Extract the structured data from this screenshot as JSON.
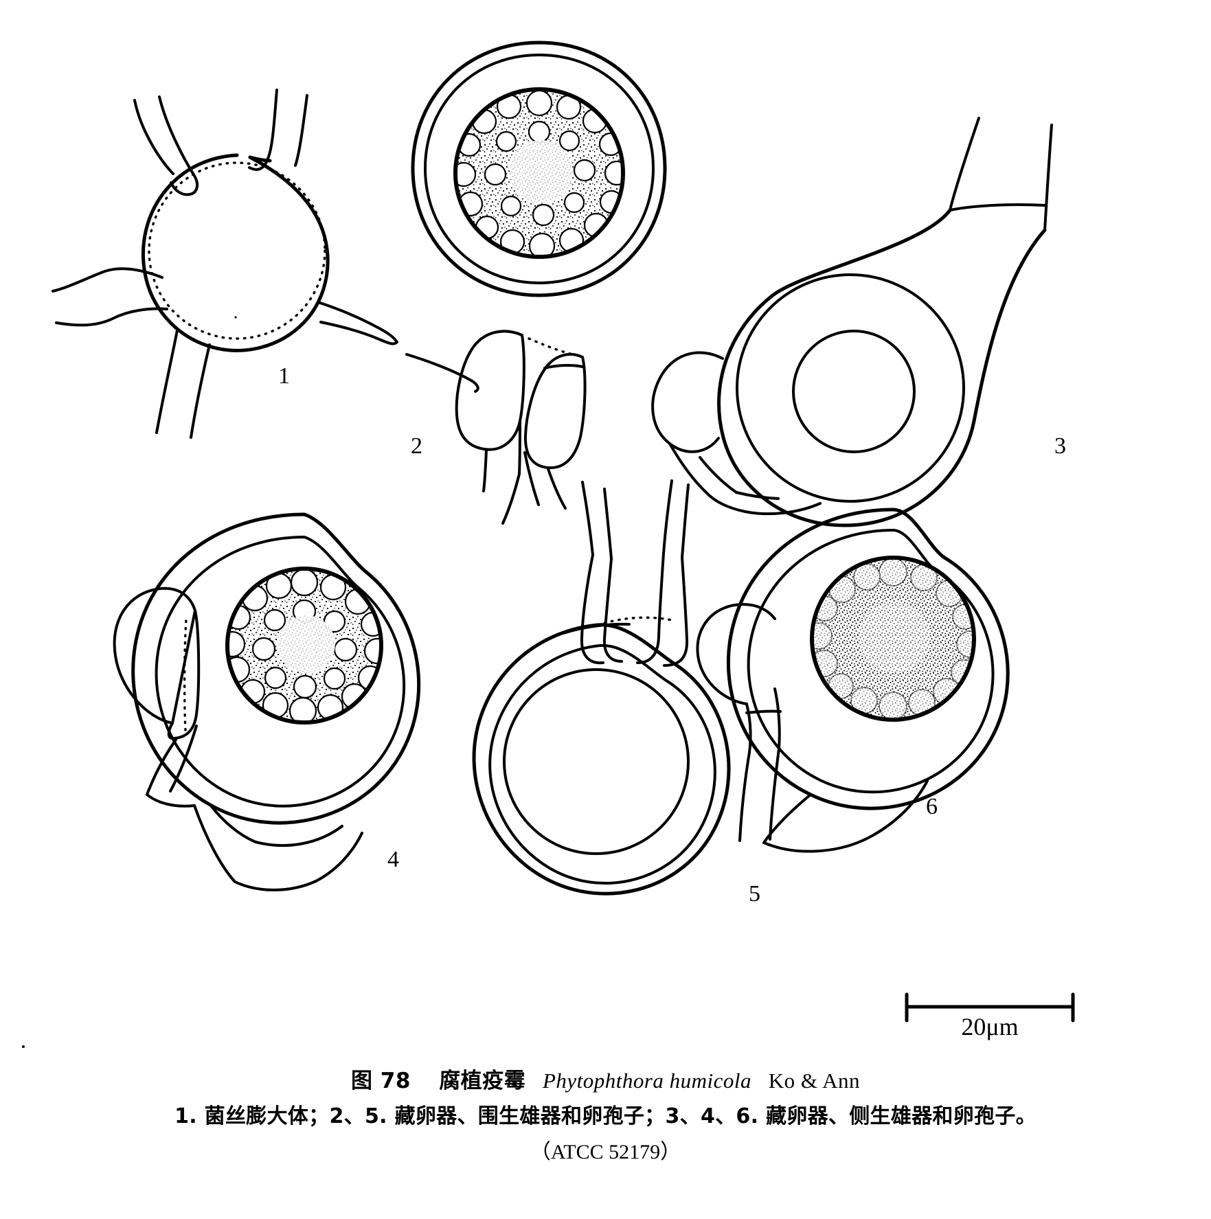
{
  "figure": {
    "plate_number": "图 78",
    "caption_title_cn": "腐植疫霉",
    "caption_title_sci": "Phytophthora humicola",
    "caption_title_author": "Ko & Ann",
    "caption_legend": "1. 菌丝膨大体；2、5. 藏卵器、围生雄器和卵孢子；3、4、6. 藏卵器、侧生雄器和卵孢子。",
    "caption_strain": "（ATCC 52179）",
    "scale_bar_label": "20μm",
    "ink_color": "#000000",
    "background_color": "#ffffff",
    "panels": [
      {
        "number": "1",
        "name": "hyphal-swelling",
        "description_cn": "菌丝膨大体",
        "description_en": "hyphal swelling with radiating hyphae",
        "has_oospore": false,
        "oospore_shading": "none",
        "antheridium_type": "none"
      },
      {
        "number": "2",
        "name": "oogonium-amphigynous-oospore",
        "description_cn": "藏卵器、围生雄器和卵孢子",
        "description_en": "oogonium, amphigynous antheridium and oospore",
        "has_oospore": true,
        "oospore_shading": "granular-stipple",
        "antheridium_type": "amphigynous"
      },
      {
        "number": "3",
        "name": "oogonium-paragynous-unstained",
        "description_cn": "藏卵器、侧生雄器和卵孢子",
        "description_en": "oogonium, paragynous antheridium and oospore",
        "has_oospore": true,
        "oospore_shading": "outline-only",
        "antheridium_type": "paragynous"
      },
      {
        "number": "4",
        "name": "oogonium-paragynous-oospore",
        "description_cn": "藏卵器、侧生雄器和卵孢子",
        "description_en": "oogonium, paragynous antheridium and oospore",
        "has_oospore": true,
        "oospore_shading": "coarse-globule-stipple",
        "antheridium_type": "paragynous"
      },
      {
        "number": "5",
        "name": "oogonium-amphigynous-unstained",
        "description_cn": "藏卵器、围生雄器和卵孢子",
        "description_en": "oogonium, amphigynous antheridium and oospore",
        "has_oospore": true,
        "oospore_shading": "outline-only",
        "antheridium_type": "amphigynous"
      },
      {
        "number": "6",
        "name": "oogonium-paragynous-oospore-dense",
        "description_cn": "藏卵器、侧生雄器和卵孢子",
        "description_en": "oogonium, paragynous antheridium and oospore",
        "has_oospore": true,
        "oospore_shading": "dense-stipple",
        "antheridium_type": "paragynous"
      }
    ]
  }
}
